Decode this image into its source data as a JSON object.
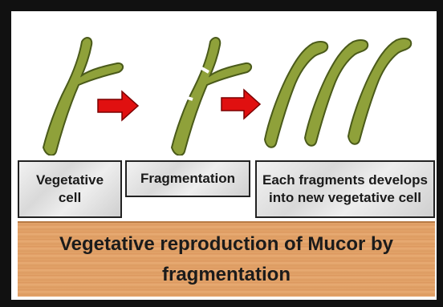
{
  "labels": {
    "step1": "Vegetative\ncell",
    "step2": "Fragmentation",
    "step3": "Each fragments develops\ninto new vegetative cell"
  },
  "caption": "Vegetative reproduction of Mucor by\nfragmentation",
  "colors": {
    "hypha_fill": "#8fa13a",
    "hypha_stroke": "#4a5a1a",
    "arrow_fill": "#e01010",
    "caption_bg": "#e0a168",
    "frame": "#111111"
  },
  "icons": [
    "mucor-hypha-icon",
    "red-arrow-icon"
  ]
}
